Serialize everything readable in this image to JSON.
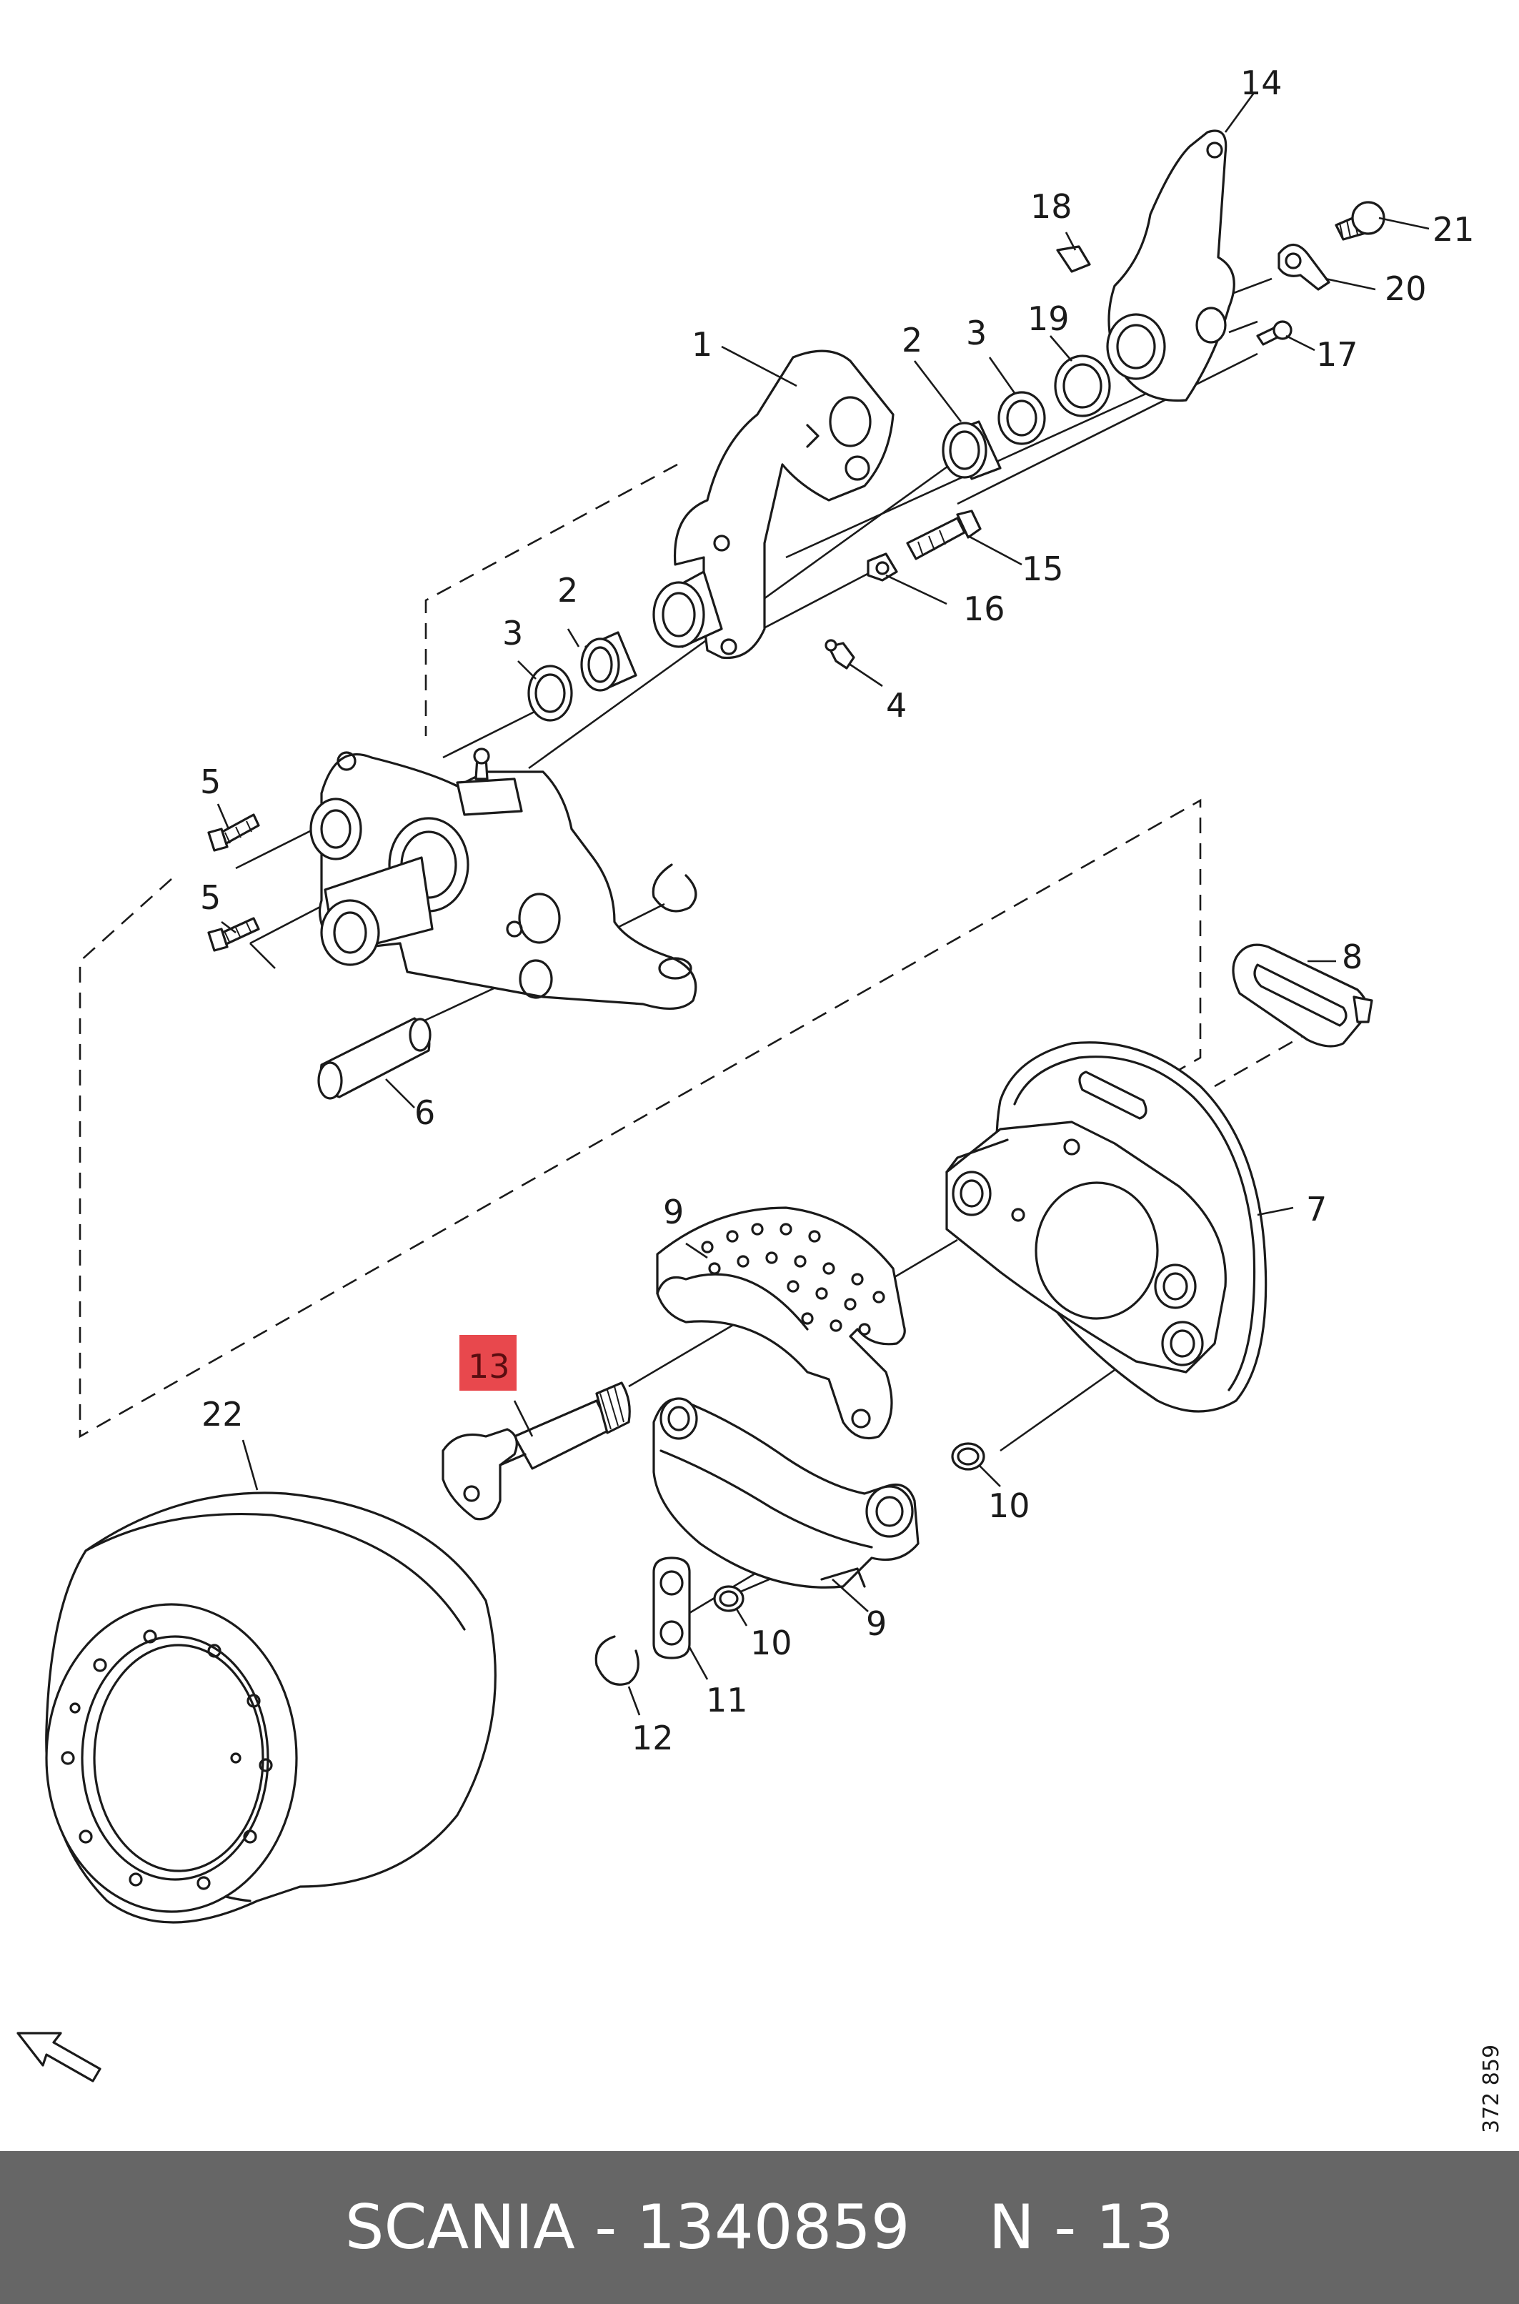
{
  "callouts": [
    {
      "id": "c1",
      "text": "1"
    },
    {
      "id": "c2a",
      "text": "2"
    },
    {
      "id": "c2b",
      "text": "2"
    },
    {
      "id": "c3a",
      "text": "3"
    },
    {
      "id": "c3b",
      "text": "3"
    },
    {
      "id": "c4",
      "text": "4"
    },
    {
      "id": "c5a",
      "text": "5"
    },
    {
      "id": "c5b",
      "text": "5"
    },
    {
      "id": "c6",
      "text": "6"
    },
    {
      "id": "c7",
      "text": "7"
    },
    {
      "id": "c8",
      "text": "8"
    },
    {
      "id": "c9a",
      "text": "9"
    },
    {
      "id": "c9b",
      "text": "9"
    },
    {
      "id": "c10a",
      "text": "10"
    },
    {
      "id": "c10b",
      "text": "10"
    },
    {
      "id": "c11",
      "text": "11"
    },
    {
      "id": "c12",
      "text": "12"
    },
    {
      "id": "c13",
      "text": "13",
      "highlighted": true
    },
    {
      "id": "c14",
      "text": "14"
    },
    {
      "id": "c15",
      "text": "15"
    },
    {
      "id": "c16",
      "text": "16"
    },
    {
      "id": "c17",
      "text": "17"
    },
    {
      "id": "c18",
      "text": "18"
    },
    {
      "id": "c19",
      "text": "19"
    },
    {
      "id": "c20",
      "text": "20"
    },
    {
      "id": "c21",
      "text": "21"
    },
    {
      "id": "c22",
      "text": "22"
    }
  ],
  "reference_number": "372 859",
  "footer": {
    "brand_part": "SCANIA - 1340859",
    "position": "N - 13"
  },
  "colors": {
    "highlight": "#e8484d",
    "footer_background": "#666666",
    "footer_text": "#ffffff",
    "line": "#1a1a1a"
  }
}
